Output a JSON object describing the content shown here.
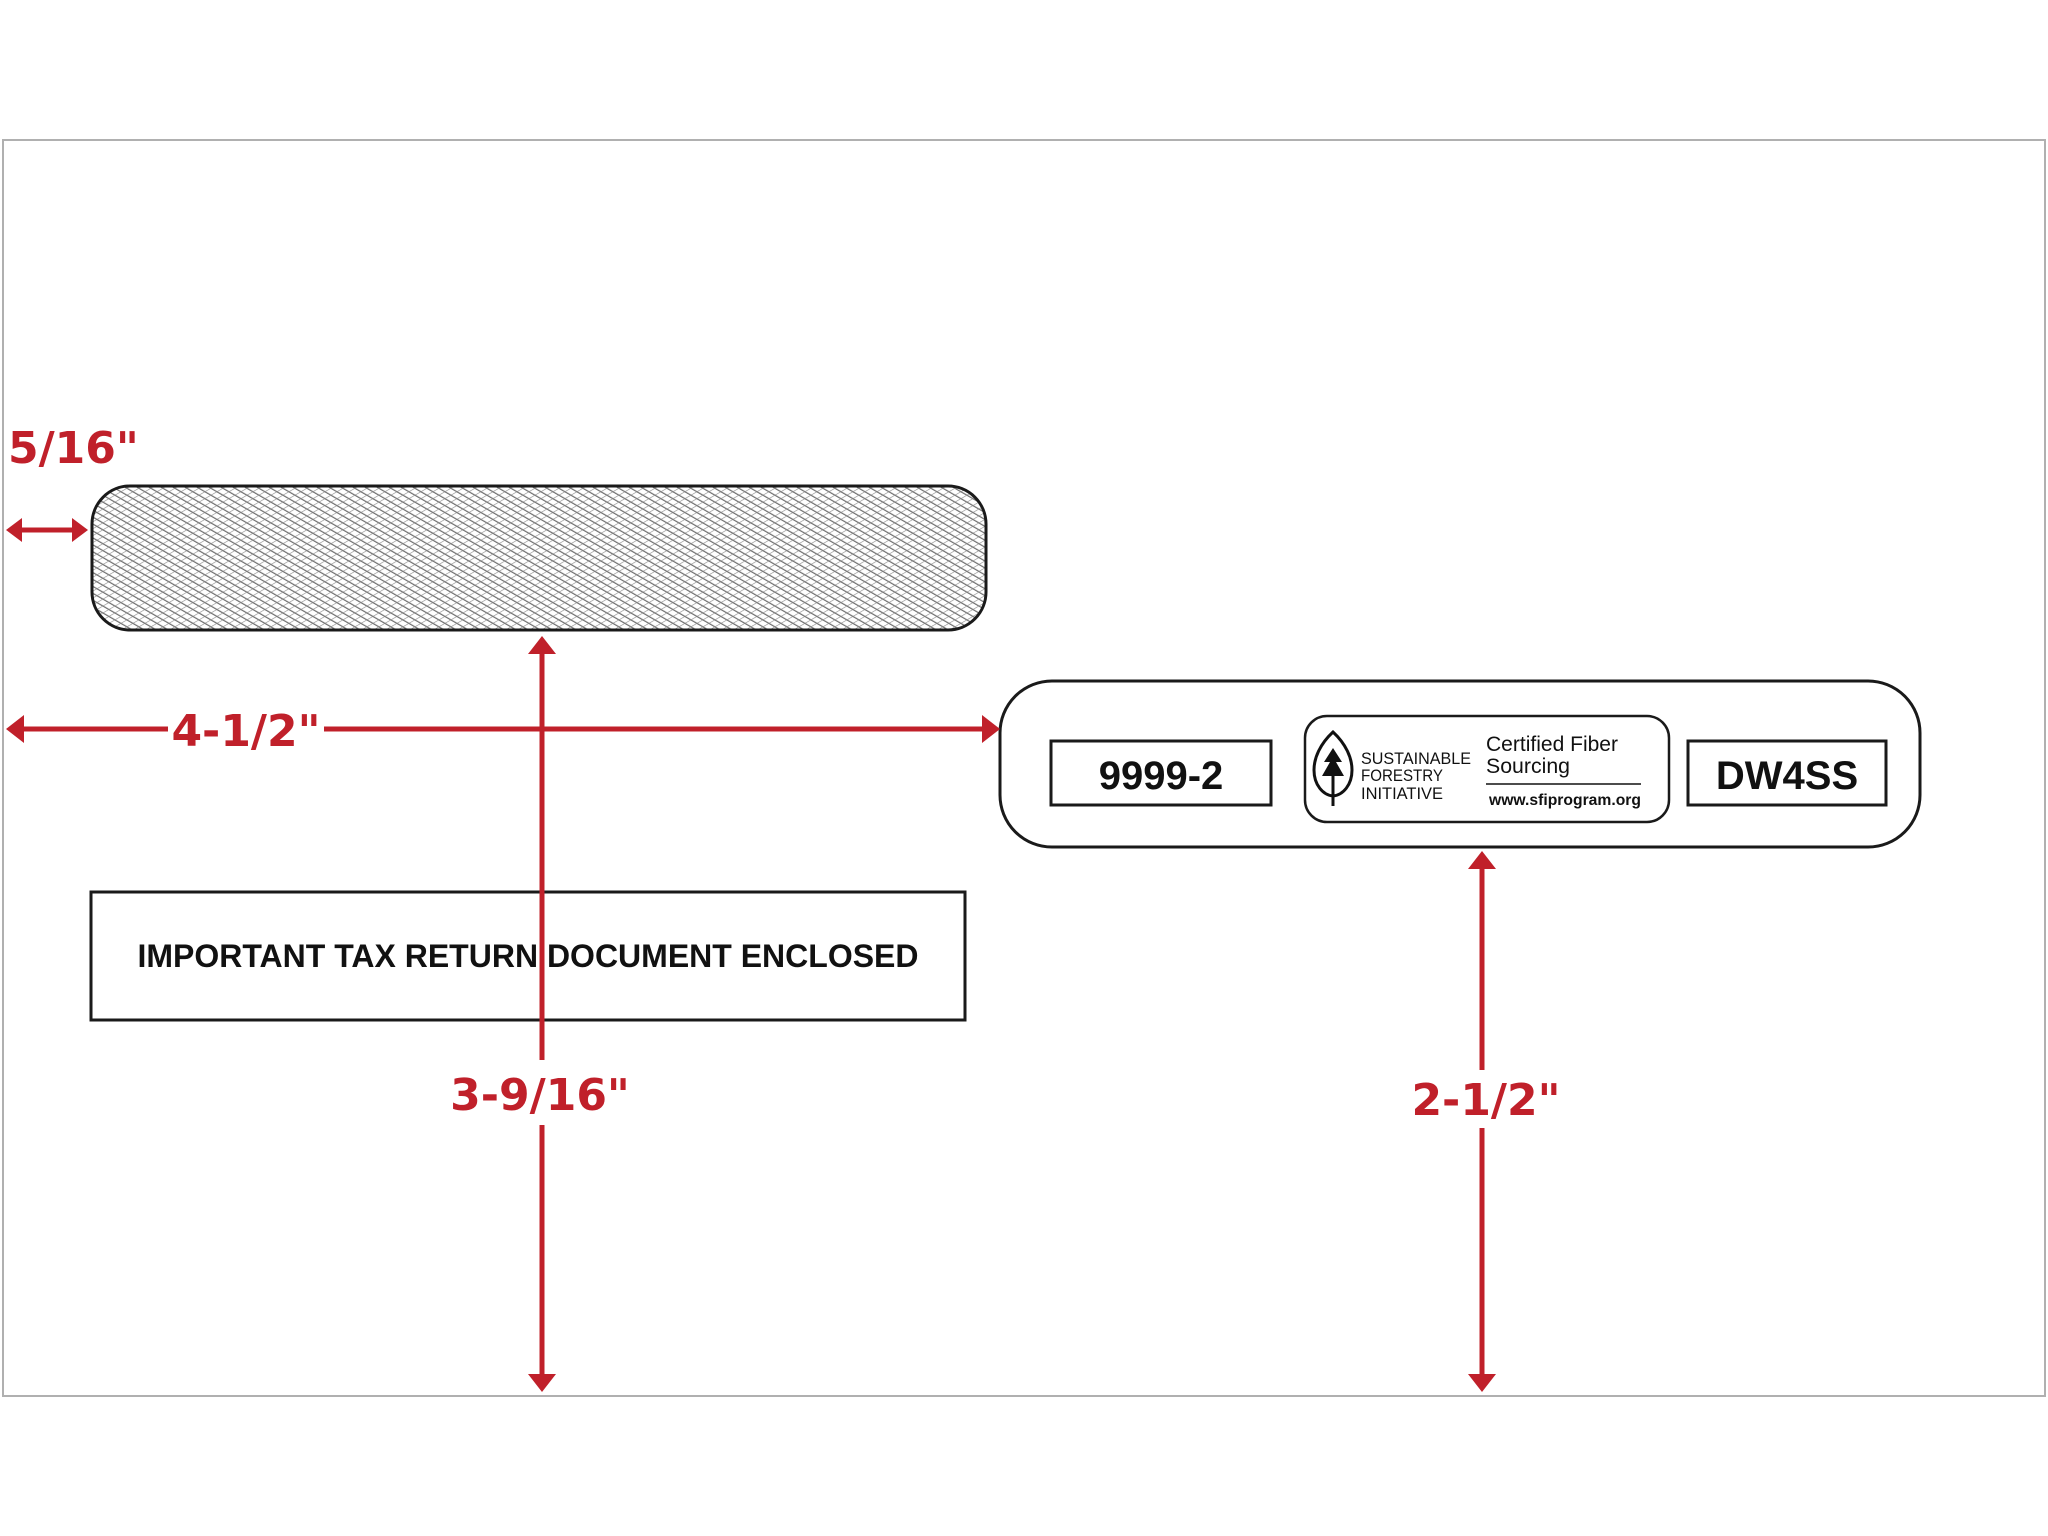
{
  "colors": {
    "dimension_red": "#c0202a",
    "outline": "#1a1a1a",
    "window_pattern": "#777777",
    "envelope_border": "#b0b0b0"
  },
  "dimensions": {
    "left_margin": "5/16\"",
    "window_width": "4-1/2\"",
    "window_bottom_height": "3-9/16\"",
    "right_window_bottom_height": "2-1/2\""
  },
  "notice": {
    "text": "IMPORTANT TAX RETURN DOCUMENT ENCLOSED"
  },
  "right_window": {
    "product_number": "9999-2",
    "product_code": "DW4SS",
    "sfi_logo": {
      "icon": "tree-icon",
      "org_line1": "SUSTAINABLE",
      "org_line2": "FORESTRY",
      "org_line3": "INITIATIVE",
      "cert_line1": "Certified Fiber",
      "cert_line2": "Sourcing",
      "url": "www.sfiprogram.org"
    }
  }
}
